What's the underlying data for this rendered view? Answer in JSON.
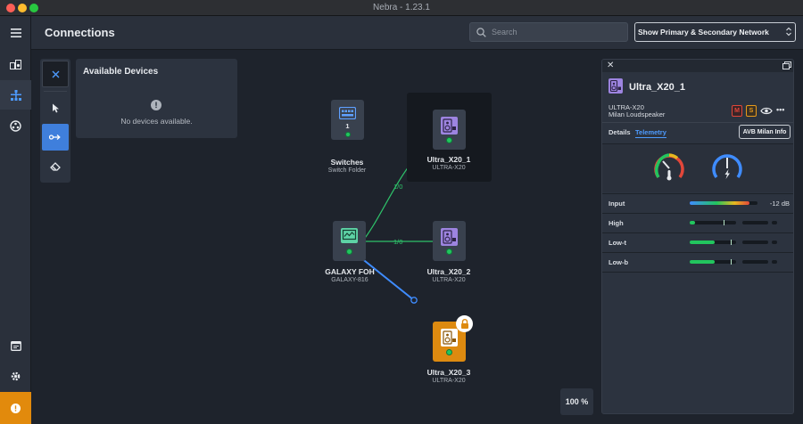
{
  "window": {
    "title": "Nebra - 1.23.1"
  },
  "header": {
    "title": "Connections",
    "search_placeholder": "Search",
    "network_select": "Show Primary & Secondary Network"
  },
  "sidebar": {
    "items": [
      {
        "icon": "menu-icon"
      },
      {
        "icon": "devices-icon"
      },
      {
        "icon": "topology-icon",
        "active": true
      },
      {
        "icon": "network-icon"
      },
      {
        "icon": "calendar-icon"
      },
      {
        "icon": "gear-icon"
      },
      {
        "icon": "alert-icon",
        "color": "#e28a0c"
      }
    ]
  },
  "tools": [
    "close-icon",
    "pointer-icon",
    "connect-icon",
    "eraser-icon"
  ],
  "available_devices": {
    "title": "Available Devices",
    "empty": "No devices available."
  },
  "nodes": {
    "switches": {
      "name": "Switches",
      "sub": "Switch Folder",
      "count": "1"
    },
    "galaxy": {
      "name": "GALAXY FOH",
      "sub": "GALAXY-816"
    },
    "ultra1": {
      "name": "Ultra_X20_1",
      "sub": "ULTRA-X20"
    },
    "ultra2": {
      "name": "Ultra_X20_2",
      "sub": "ULTRA-X20"
    },
    "ultra3": {
      "name": "Ultra_X20_3",
      "sub": "ULTRA-X20",
      "locked": true,
      "color": "#dd8a10"
    }
  },
  "links": {
    "l1": "1/0",
    "l2": "1/0"
  },
  "zoom": "100 %",
  "panel": {
    "title": "Ultra_X20_1",
    "model": "ULTRA-X20",
    "desc": "Milan Loudspeaker",
    "badge_m": "M",
    "badge_s": "S",
    "tabs": {
      "details": "Details",
      "telemetry": "Telemetry"
    },
    "avb_button": "AVB Milan Info",
    "telemetry": [
      {
        "label": "Input",
        "value": "-12 dB",
        "level": 0.9
      },
      {
        "label": "High",
        "level": 0.05
      },
      {
        "label": "Low-t",
        "level": 0.35
      },
      {
        "label": "Low-b",
        "level": 0.35
      }
    ]
  },
  "colors": {
    "accent": "#3f7fdc",
    "ok": "#22c55e",
    "warning": "#e28a0c",
    "link": "#2ec26a"
  }
}
